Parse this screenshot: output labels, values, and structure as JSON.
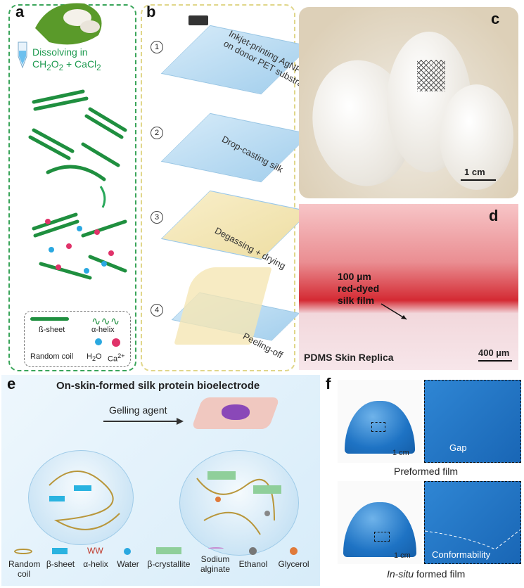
{
  "panel_a": {
    "label": "a",
    "step_line1": "Dissolving in",
    "formula": {
      "p1": "CH",
      "s1": "2",
      "p2": "O",
      "s2": "2",
      "p3": " + CaCl",
      "s3": "2"
    },
    "legend": {
      "beta_sheet": "ß-sheet",
      "alpha_helix": "α-helix",
      "random_coil": "Random coil",
      "water": {
        "p": "H",
        "s": "2",
        "p2": "O"
      },
      "calcium": {
        "p": "Ca",
        "sup": "2+"
      }
    },
    "colors": {
      "accent": "#1e9a50",
      "protein": "#1f8f3f",
      "water": "#2aa8e0",
      "calcium": "#e0336a"
    }
  },
  "panel_b": {
    "label": "b",
    "steps": [
      {
        "num": "1",
        "text": "Inkjet-printing AgNP",
        "text2": "on donor PET substrate"
      },
      {
        "num": "2",
        "text": "Drop-casting silk"
      },
      {
        "num": "3",
        "text": "Degassing + drying"
      },
      {
        "num": "4",
        "text": "Peeling-off"
      }
    ]
  },
  "panel_c": {
    "label": "c",
    "scale": "1 cm"
  },
  "panel_d": {
    "label": "d",
    "annotation": [
      "100 µm",
      "red-dyed",
      "silk film"
    ],
    "caption": "PDMS Skin Replica",
    "scale": "400 µm"
  },
  "panel_e": {
    "label": "e",
    "title": "On-skin-formed silk protein bioelectrode",
    "arrow_label": "Gelling agent",
    "legend": [
      {
        "label": "Random coil",
        "icon": "coil-icon"
      },
      {
        "label": "β-sheet",
        "icon": "sheet-icon"
      },
      {
        "label": "α-helix",
        "icon": "helix-icon"
      },
      {
        "label": "Water",
        "icon": "water-icon"
      },
      {
        "label": "β-crystallite",
        "icon": "crystallite-icon"
      },
      {
        "label": "Sodium alginate",
        "icon": "alginate-icon"
      },
      {
        "label": "Ethanol",
        "icon": "ethanol-icon"
      },
      {
        "label": "Glycerol",
        "icon": "glycerol-icon"
      }
    ]
  },
  "panel_f": {
    "label": "f",
    "top": {
      "scale": "1 cm",
      "callout": "Gap",
      "caption": "Preformed film"
    },
    "bottom": {
      "scale": "1 cm",
      "callout": "Conformability",
      "caption_italic": "In-situ",
      "caption_rest": " formed film"
    }
  }
}
